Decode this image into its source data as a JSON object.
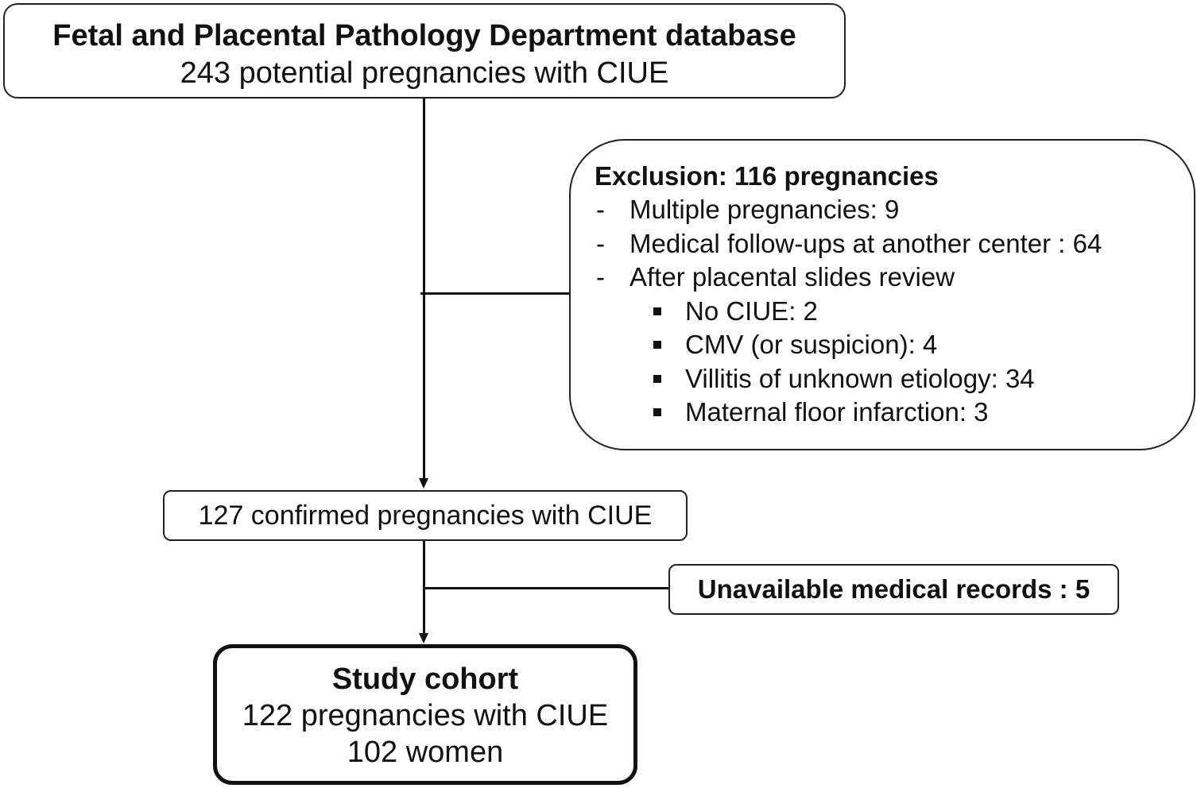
{
  "database_box": {
    "title": "Fetal and Placental Pathology Department database",
    "subtitle": "243 potential pregnancies with CIUE"
  },
  "exclusion_box": {
    "title": "Exclusion: 116 pregnancies",
    "items": [
      "Multiple pregnancies: 9",
      "Medical follow-ups at another center : 64",
      "After placental slides review"
    ],
    "sub_items": [
      "No CIUE: 2",
      "CMV (or suspicion): 4",
      "Villitis of unknown etiology: 34",
      "Maternal floor infarction: 3"
    ],
    "dash_symbol": "-"
  },
  "confirmed_box": {
    "text": "127 confirmed pregnancies with CIUE"
  },
  "unavailable_box": {
    "text": "Unavailable medical records : 5"
  },
  "cohort_box": {
    "title": "Study cohort",
    "line1": "122 pregnancies with CIUE",
    "line2": "102 women"
  }
}
